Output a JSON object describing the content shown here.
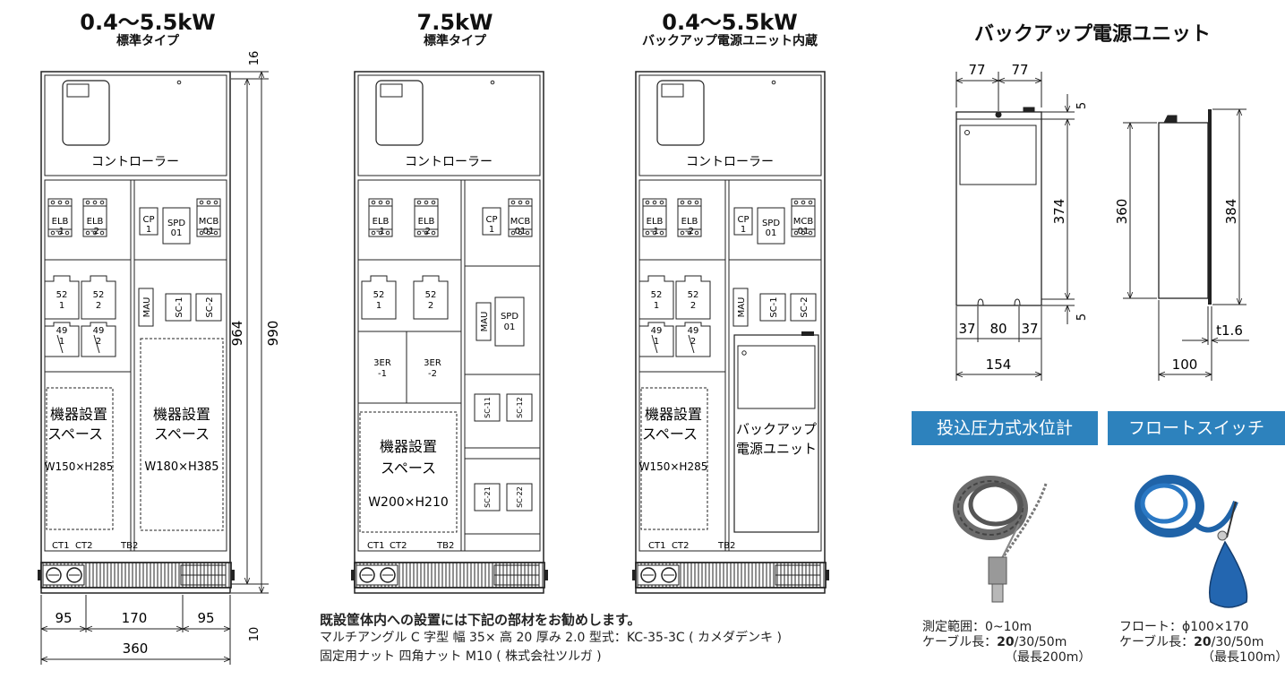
{
  "panels": [
    {
      "title": "0.4〜5.5kW",
      "subtitle": "標準タイプ"
    },
    {
      "title": "7.5kW",
      "subtitle": "標準タイプ"
    },
    {
      "title": "0.4〜5.5kW",
      "subtitle": "バックアップ電源ユニット内蔵"
    }
  ],
  "backup": {
    "title": "バックアップ電源ユニット",
    "dims": {
      "w1": "77",
      "w2": "77",
      "top": "5",
      "h": "374",
      "bottom": "5",
      "b1": "37",
      "b2": "80",
      "b3": "37",
      "total": "154",
      "side_h": "360",
      "side_total": "384",
      "thick": "t1.6",
      "depth": "100"
    }
  },
  "labels": {
    "controller": "コントローラー",
    "elb1": "ELB -1",
    "elb2": "ELB -2",
    "cp": "CP 1",
    "spd": "SPD 01",
    "mcb": "MCB 01",
    "mc1": "52 1",
    "mc2": "52 2",
    "th1": "49 1",
    "th2": "49 2",
    "mau": "MAU",
    "sc1": "SC-1",
    "sc2": "SC-2",
    "er1": "3ER -1",
    "er2": "3ER -2",
    "sc11": "SC-11",
    "sc12": "SC-12",
    "sc21": "SC-21",
    "sc22": "SC-22",
    "space": "機器設置スペース",
    "space_150": "W150×H285",
    "space_180": "W180×H385",
    "space_200": "W200×H210",
    "backup_unit": "バックアップ電源ユニット",
    "ct1": "CT1",
    "ct2": "CT2",
    "tb2": "TB2"
  },
  "dims_main": {
    "top_gap": "16",
    "inner_h": "964",
    "total_h": "990",
    "bottom": "10",
    "w_left": "95",
    "w_mid": "170",
    "w_right": "95",
    "w_total": "360"
  },
  "note": {
    "heading": "既設筐体内への設置には下記の部材をお勧めします。",
    "line1": "マルチアングル C 字型 幅 35× 高 20 厚み 2.0 型式：KC-35-3C ( カメダデンキ )",
    "line2": "固定用ナット 四角ナット M10 ( 株式会社ツルガ )"
  },
  "products": [
    {
      "name": "投込圧力式水位計",
      "l1": "測定範囲：0~10m",
      "l2a": "ケーブル長：",
      "l2b": "20",
      "l2c": "/30/50m",
      "l3": "（最長200m）"
    },
    {
      "name": "フロートスイッチ",
      "l1": "フロート：ϕ100×170",
      "l2a": "ケーブル長：",
      "l2b": "20",
      "l2c": "/30/50m",
      "l3": "（最長100m）"
    }
  ],
  "colors": {
    "accent": "#2d82bd",
    "line": "#222222",
    "cable_gray": "#6b6b6b",
    "cable_blue": "#1f63a8"
  }
}
